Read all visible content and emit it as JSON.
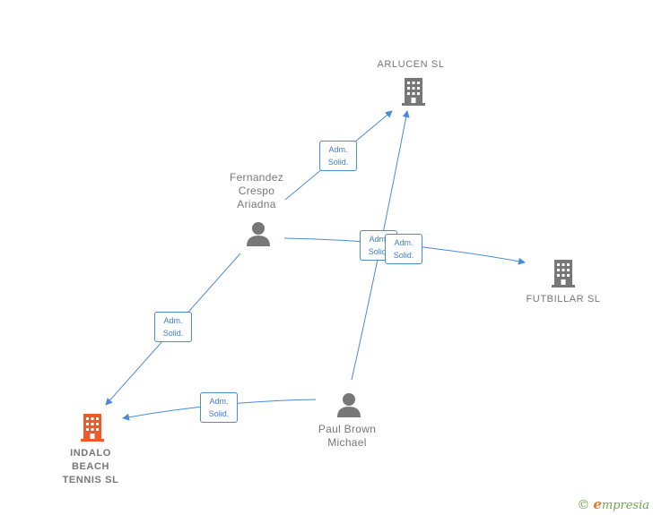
{
  "nodes": {
    "arlucen": {
      "label": "ARLUCEN  SL",
      "type": "company",
      "color": "#777777"
    },
    "futbillar": {
      "label": "FUTBILLAR  SL",
      "type": "company",
      "color": "#777777"
    },
    "indalo": {
      "label": "INDALO\nBEACH\nTENNIS  SL",
      "type": "company",
      "color": "#f05a28"
    },
    "fernandez": {
      "label": "Fernandez\nCrespo\nAriadna",
      "type": "person",
      "color": "#777777"
    },
    "paul": {
      "label": "Paul Brown\nMichael",
      "type": "person",
      "color": "#777777"
    }
  },
  "edge_label": {
    "line1": "Adm.",
    "line2": "Solid."
  },
  "edges": [
    {
      "from": "fernandez",
      "to": "arlucen",
      "label": "Adm. Solid."
    },
    {
      "from": "fernandez",
      "to": "futbillar",
      "label": "Adm. Solid."
    },
    {
      "from": "fernandez",
      "to": "indalo",
      "label": "Adm. Solid."
    },
    {
      "from": "paul",
      "to": "arlucen",
      "label": "Adm. Solid."
    },
    {
      "from": "paul",
      "to": "indalo",
      "label": "Adm. Solid."
    }
  ],
  "colors": {
    "edge": "#4a8ad6",
    "icon_gray": "#777777",
    "icon_orange": "#f05a28"
  },
  "footer": {
    "copyright": "©",
    "brand_initial": "e",
    "brand_rest": "mpresia"
  }
}
